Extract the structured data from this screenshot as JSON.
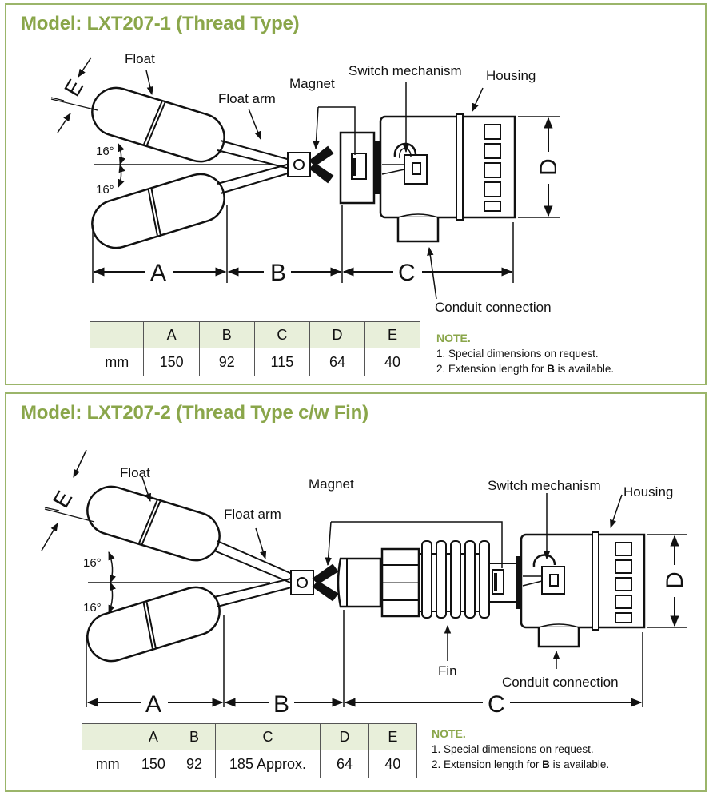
{
  "panels": [
    {
      "title": "Model: LXT207-1 (Thread Type)",
      "labels": {
        "float": "Float",
        "float_arm": "Float arm",
        "magnet": "Magnet",
        "switch_mechanism": "Switch mechanism",
        "housing": "Housing",
        "conduit_connection": "Conduit connection",
        "angle_top": "16°",
        "angle_bottom": "16°",
        "dim_a": "A",
        "dim_b": "B",
        "dim_c": "C",
        "dim_d": "D",
        "dim_e": "E"
      },
      "table": {
        "headers": [
          "",
          "A",
          "B",
          "C",
          "D",
          "E"
        ],
        "row": [
          "mm",
          "150",
          "92",
          "115",
          "64",
          "40"
        ]
      },
      "note": {
        "title": "NOTE.",
        "line1": "1. Special dimensions on request.",
        "line2_prefix": "2. Extension length for ",
        "line2_bold": "B",
        "line2_suffix": " is available."
      }
    },
    {
      "title": "Model: LXT207-2 (Thread Type c/w Fin)",
      "labels": {
        "float": "Float",
        "float_arm": "Float arm",
        "magnet": "Magnet",
        "switch_mechanism": "Switch mechanism",
        "housing": "Housing",
        "fin": "Fin",
        "conduit_connection": "Conduit connection",
        "angle_top": "16°",
        "angle_bottom": "16°",
        "dim_a": "A",
        "dim_b": "B",
        "dim_c": "C",
        "dim_d": "D",
        "dim_e": "E"
      },
      "table": {
        "headers": [
          "",
          "A",
          "B",
          "C",
          "D",
          "E"
        ],
        "row": [
          "mm",
          "150",
          "92",
          "185 Approx.",
          "64",
          "40"
        ]
      },
      "note": {
        "title": "NOTE.",
        "line1": "1. Special dimensions on request.",
        "line2_prefix": "2. Extension length for ",
        "line2_bold": "B",
        "line2_suffix": " is available."
      }
    }
  ]
}
